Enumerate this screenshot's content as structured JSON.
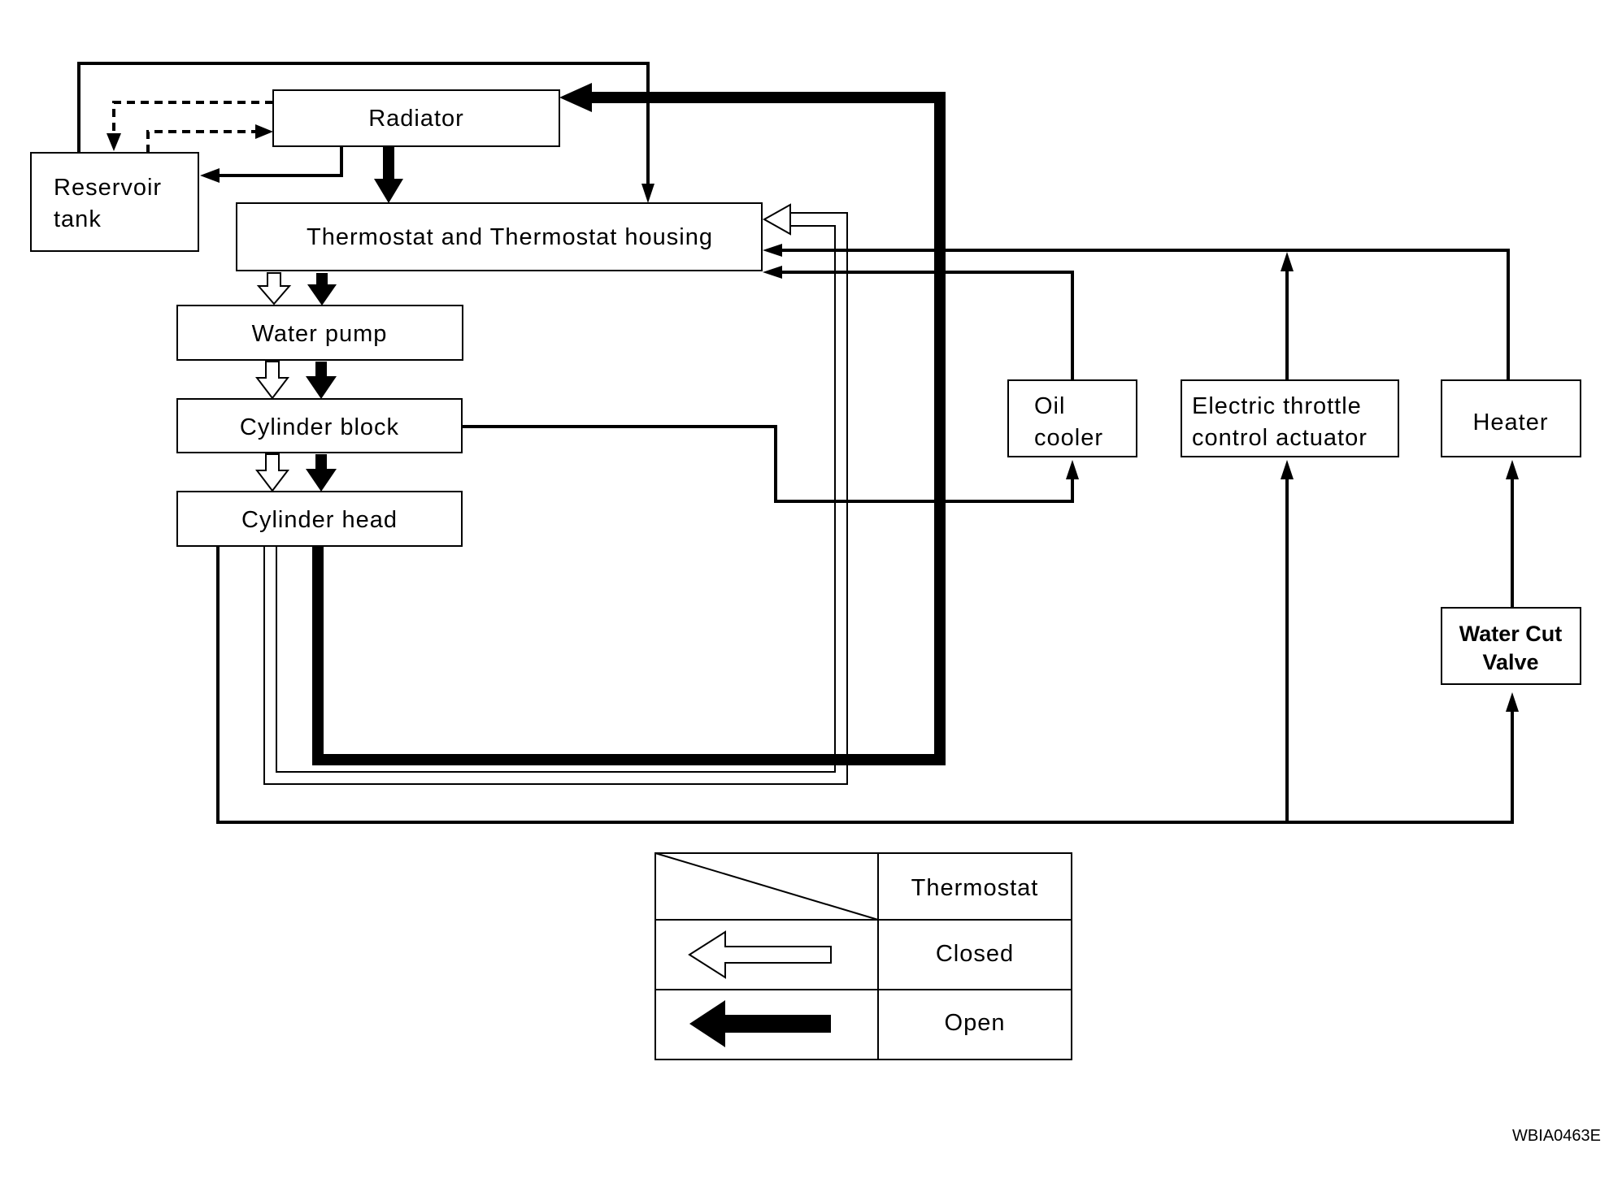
{
  "components": {
    "radiator": "Radiator",
    "reservoir_line1": "Reservoir",
    "reservoir_line2": "tank",
    "thermostat": "Thermostat and Thermostat housing",
    "water_pump": "Water pump",
    "cylinder_block": "Cylinder block",
    "cylinder_head": "Cylinder head",
    "oil_cooler_line1": "Oil",
    "oil_cooler_line2": "cooler",
    "throttle_line1": "Electric throttle",
    "throttle_line2": "control actuator",
    "heater": "Heater",
    "water_cut_line1": "Water Cut",
    "water_cut_line2": "Valve"
  },
  "legend": {
    "header": "Thermostat",
    "closed": "Closed",
    "open": "Open"
  },
  "figure_code": "WBIA0463E"
}
